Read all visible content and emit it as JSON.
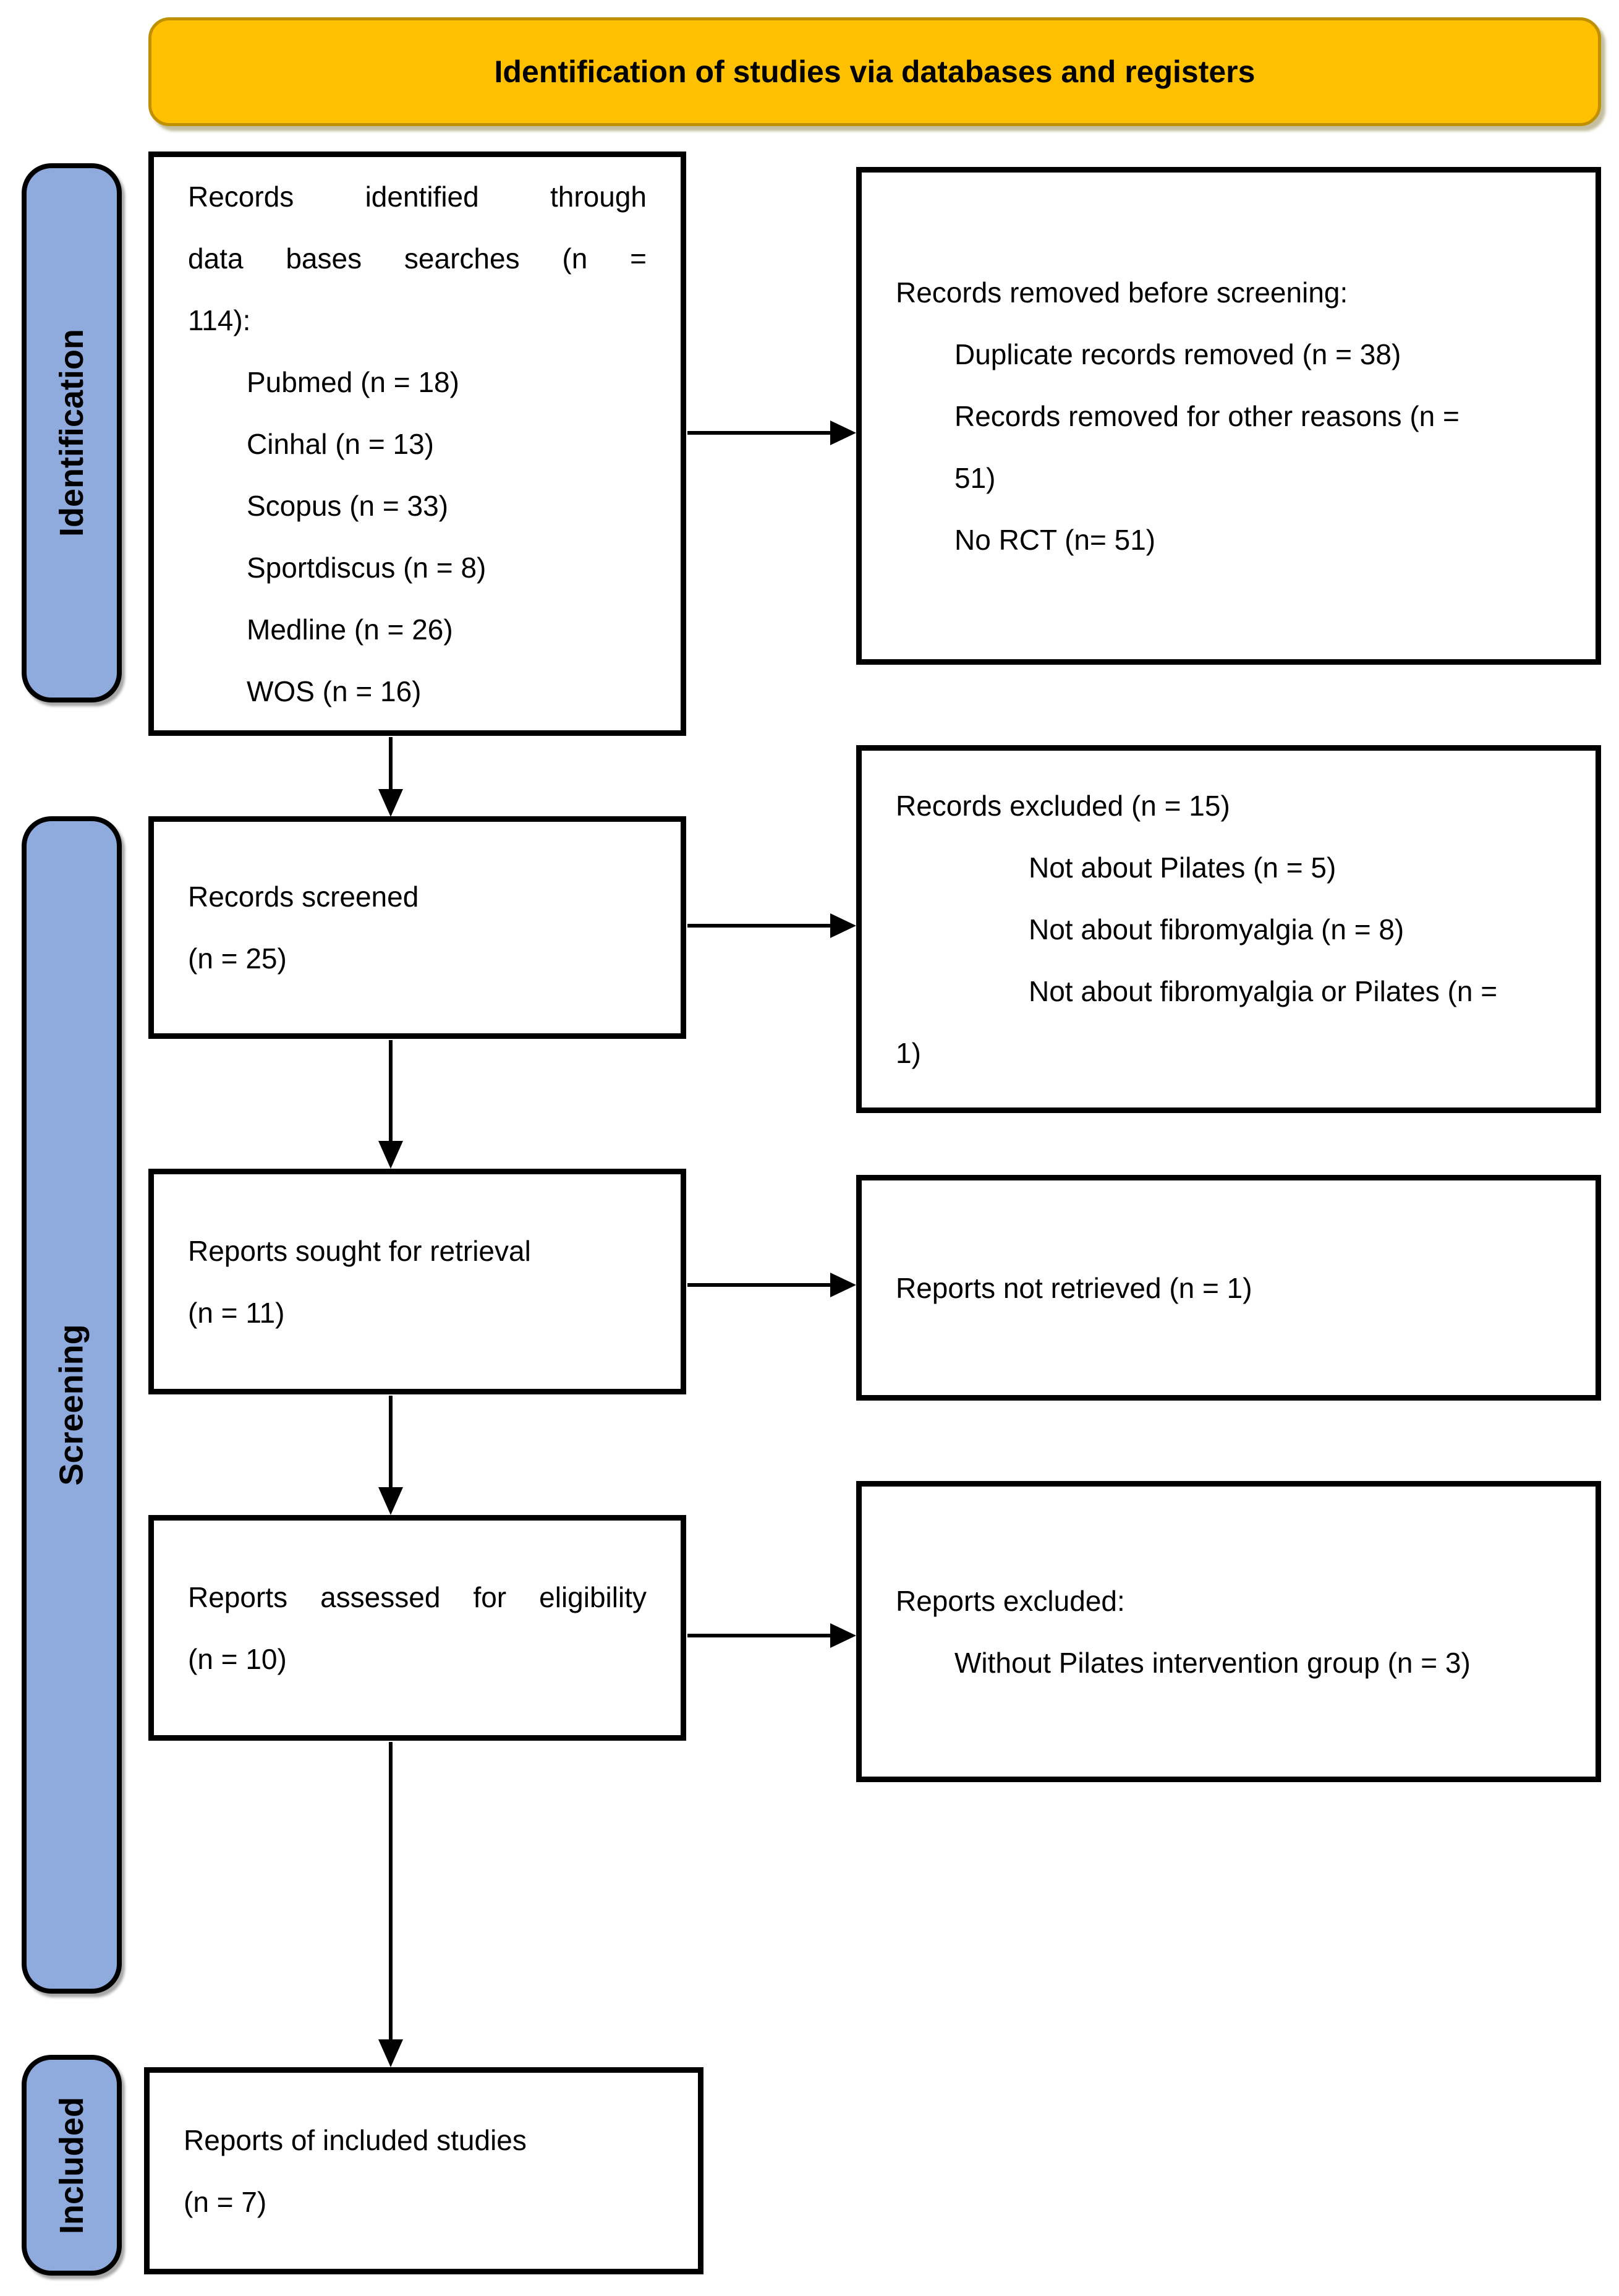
{
  "banner": {
    "title": "Identification of studies via databases and registers"
  },
  "stages": {
    "identification": "Identification",
    "screening": "Screening",
    "included": "Included"
  },
  "boxes": {
    "identified": {
      "lines": [
        {
          "t": "Records identified through",
          "ind": 0,
          "just": true
        },
        {
          "t": "data bases searches (n =",
          "ind": 0,
          "just": true
        },
        {
          "t": "114):",
          "ind": 0
        },
        {
          "t": "Pubmed (n = 18)",
          "ind": 1
        },
        {
          "t": "Cinhal (n = 13)",
          "ind": 1
        },
        {
          "t": "Scopus (n = 33)",
          "ind": 1
        },
        {
          "t": "Sportdiscus (n = 8)",
          "ind": 1
        },
        {
          "t": "Medline (n = 26)",
          "ind": 1
        },
        {
          "t": "WOS (n = 16)",
          "ind": 1
        }
      ]
    },
    "removed_before_screening": {
      "lines": [
        {
          "t": "Records removed before screening:",
          "ind": 0
        },
        {
          "t": "Duplicate records removed (n = 38)",
          "ind": 1
        },
        {
          "t": "Records removed for other reasons (n =",
          "ind": 1
        },
        {
          "t": "51)",
          "ind": 1
        },
        {
          "t": "No RCT (n= 51)",
          "ind": 1
        }
      ]
    },
    "screened": {
      "lines": [
        {
          "t": "Records screened",
          "ind": 0
        },
        {
          "t": "(n = 25)",
          "ind": 0
        }
      ]
    },
    "records_excluded": {
      "lines": [
        {
          "t": "Records excluded (n = 15)",
          "ind": 0
        },
        {
          "t": "Not about Pilates (n = 5)",
          "ind": 2
        },
        {
          "t": "Not about fibromyalgia (n = 8)",
          "ind": 2
        },
        {
          "t": "Not about fibromyalgia or Pilates (n =",
          "ind": 2
        },
        {
          "t": "1)",
          "ind": 0
        }
      ]
    },
    "sought": {
      "lines": [
        {
          "t": "Reports sought for retrieval",
          "ind": 0
        },
        {
          "t": "(n = 11)",
          "ind": 0
        }
      ]
    },
    "not_retrieved": {
      "lines": [
        {
          "t": "Reports not retrieved (n = 1)",
          "ind": 0
        }
      ]
    },
    "assessed": {
      "lines": [
        {
          "t": "Reports assessed for eligibility",
          "ind": 0,
          "just": true
        },
        {
          "t": "(n = 10)",
          "ind": 0
        }
      ]
    },
    "reports_excluded": {
      "lines": [
        {
          "t": "Reports excluded:",
          "ind": 0
        },
        {
          "t": "Without Pilates intervention group (n = 3)",
          "ind": 1
        }
      ]
    },
    "included_reports": {
      "lines": [
        {
          "t": "Reports of included studies",
          "ind": 0
        },
        {
          "t": "(n = 7)",
          "ind": 0
        }
      ]
    }
  },
  "colors": {
    "banner_fill": "#FFC000",
    "banner_border": "#BF9000",
    "badge_fill": "#8FAADC",
    "box_border": "#000000"
  }
}
